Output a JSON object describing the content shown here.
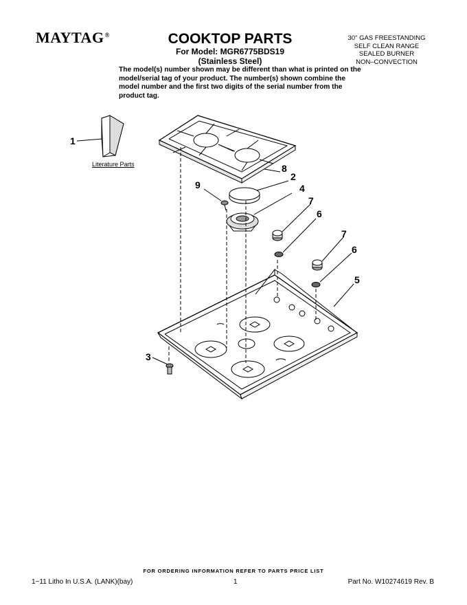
{
  "header": {
    "brand": "MAYTAG",
    "brand_mark": "®",
    "title": "COOKTOP PARTS",
    "model_line": "For Model: MGR6775BDS19",
    "finish_line": "(Stainless Steel)"
  },
  "spec": {
    "lines": [
      "30\" GAS FREESTANDING",
      "SELF CLEAN RANGE",
      "SEALED BURNER",
      "NON–CONVECTION"
    ]
  },
  "notice": "The model(s) number shown may be different than what is printed on the model/serial tag of your product. The number(s) shown combine the model number and the first two digits of the serial number from the product tag.",
  "diagram": {
    "literature_label": "Literature Parts",
    "callouts": {
      "c1": "1",
      "c2": "2",
      "c3": "3",
      "c4": "4",
      "c5": "5",
      "c6a": "6",
      "c6b": "6",
      "c7a": "7",
      "c7b": "7",
      "c8": "8",
      "c9": "9"
    }
  },
  "footer": {
    "order_note": "FOR ORDERING INFORMATION REFER TO PARTS PRICE LIST",
    "litho": "1−11 Litho In U.S.A. (LANK)(bay)",
    "page": "1",
    "part_no": "Part No. W10274619 Rev. B"
  }
}
